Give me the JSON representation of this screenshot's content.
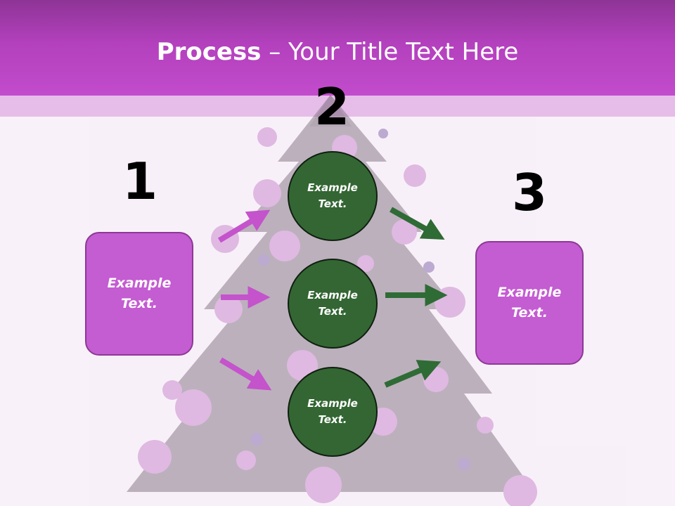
{
  "slide": {
    "title_bold": "Process",
    "title_rest": " – Your Title Text Here"
  },
  "steps": {
    "step1": {
      "number": "1",
      "text": "Example\nText."
    },
    "step2": {
      "number": "2",
      "items": [
        {
          "text": "Example\nText."
        },
        {
          "text": "Example\nText."
        },
        {
          "text": "Example\nText."
        }
      ]
    },
    "step3": {
      "number": "3",
      "text": "Example\nText."
    }
  },
  "colors": {
    "header": "#b340bd",
    "box_fill": "#c45cd2",
    "circle_fill": "#336633",
    "arrow_purple": "#c453cc",
    "arrow_green": "#2f6b35"
  }
}
